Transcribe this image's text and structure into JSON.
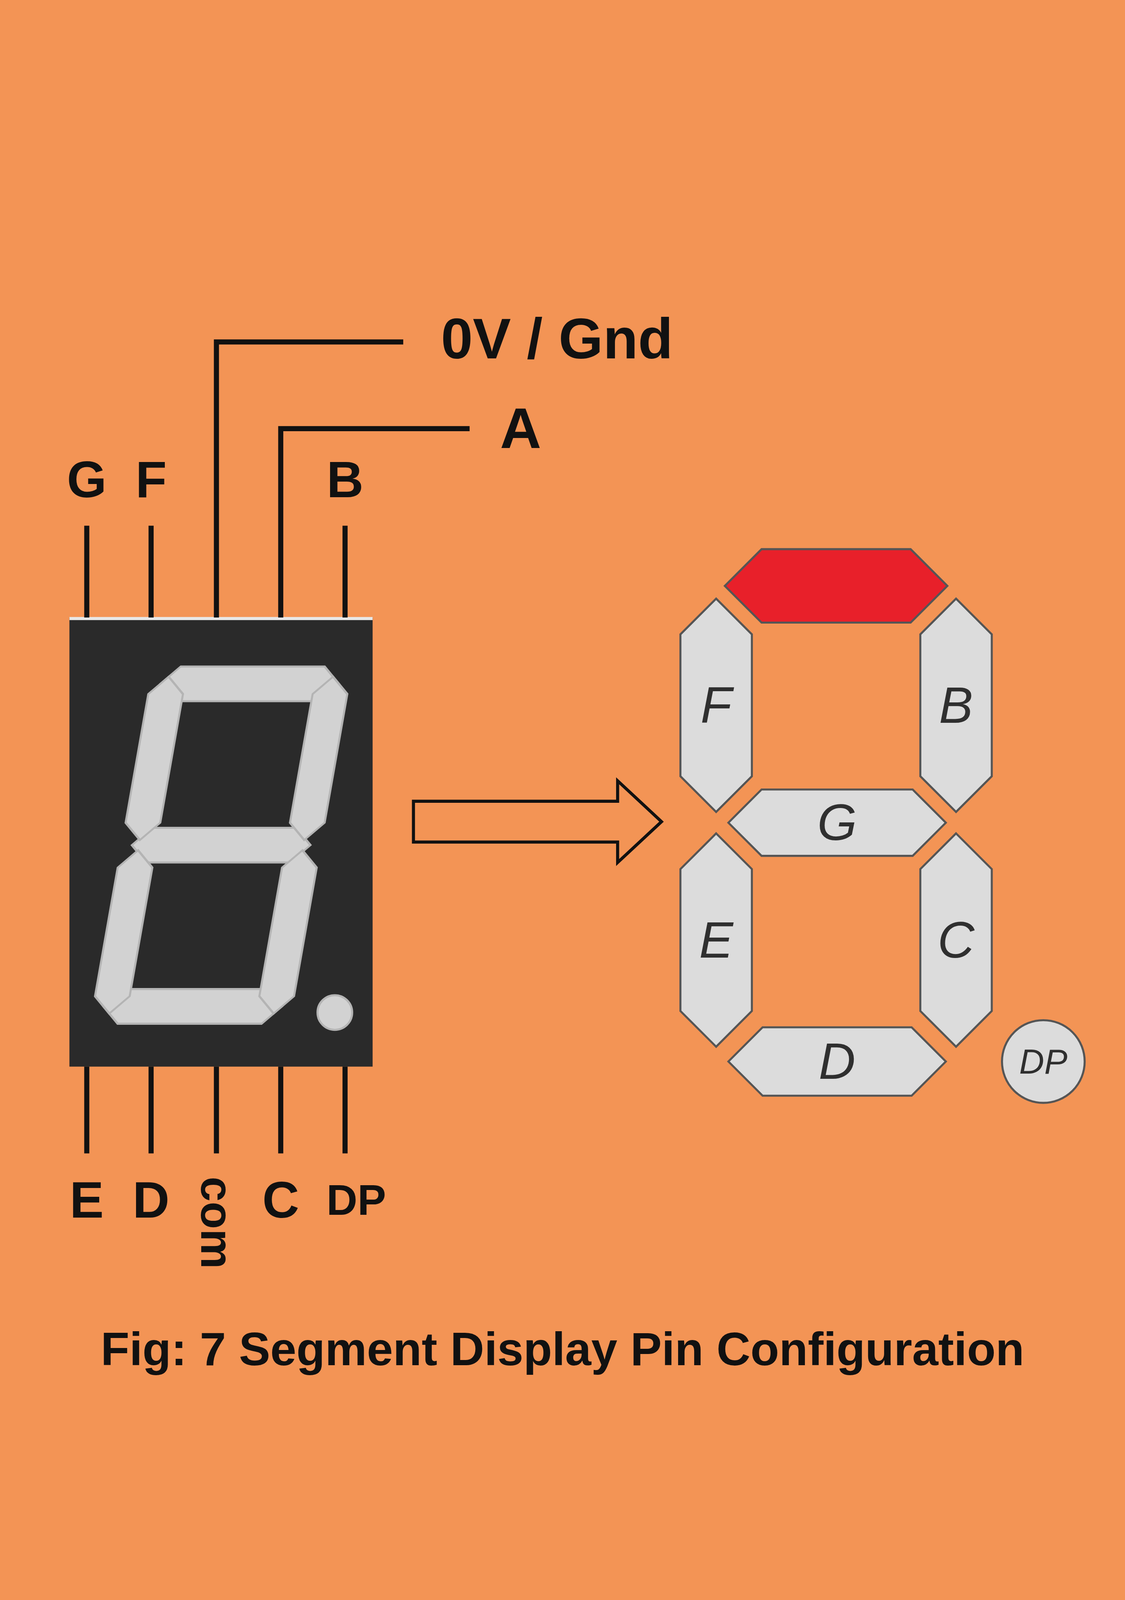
{
  "diagram": {
    "caption": "Fig: 7 Segment Display Pin Configuration",
    "nodes": [
      {
        "text": [
          "F"
        ]
      },
      {
        "text": [
          "B"
        ]
      },
      {
        "text": [
          "G"
        ]
      },
      {
        "text": [
          "E"
        ]
      },
      {
        "text": [
          "C"
        ]
      },
      {
        "text": [
          "D"
        ]
      },
      {
        "text": [
          "DP"
        ]
      }
    ],
    "labels": [
      "0V / Gnd",
      "A",
      "G",
      "F",
      "B",
      "E",
      "D",
      "com",
      "C",
      "DP"
    ]
  }
}
